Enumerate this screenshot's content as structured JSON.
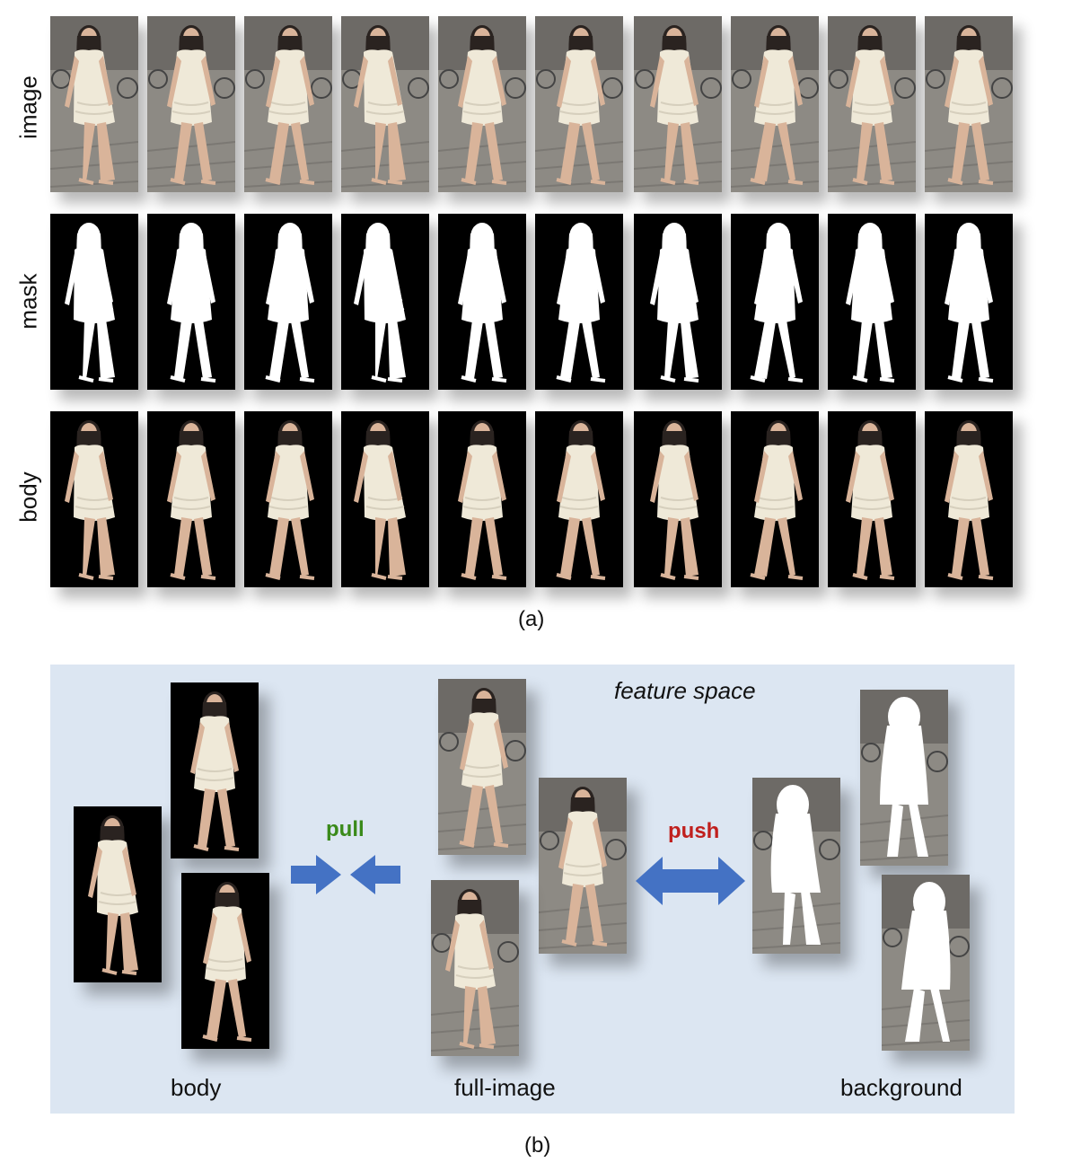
{
  "panel_a": {
    "row_labels": {
      "image": "image",
      "mask": "mask",
      "body": "body"
    },
    "caption": "(a)"
  },
  "panel_b": {
    "title": "feature space",
    "pull": "pull",
    "push": "push",
    "labels": {
      "body": "body",
      "full_image": "full-image",
      "background": "background"
    },
    "caption": "(b)"
  },
  "colors": {
    "arrow": "#4472c4",
    "pull_text": "#3a8a1a",
    "push_text": "#c0201e",
    "panel_bg": "#dce6f2",
    "dress": "#efe9d8",
    "skin": "#d9b49a",
    "hair": "#2a2320",
    "street": "#8d8a84",
    "mask_bg": "#000000",
    "mask_fg": "#ffffff"
  }
}
